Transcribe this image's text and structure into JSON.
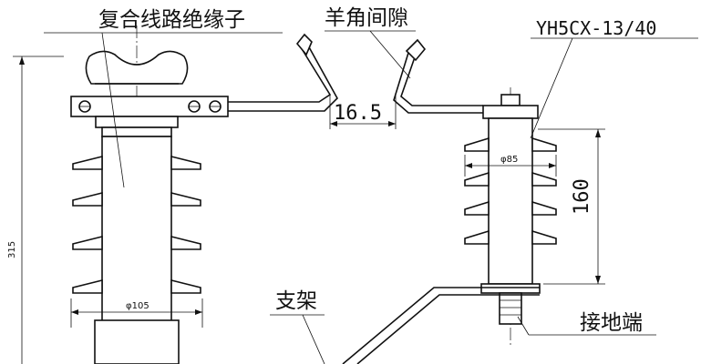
{
  "labels": {
    "insulator": "复合线路绝缘子",
    "arcing_horn": "羊角间隙",
    "model": "YH5CX-13/40",
    "bracket": "支架",
    "ground_terminal": "接地端"
  },
  "dimensions": {
    "gap": "16.5",
    "arrester_height": "160",
    "total_height": "315",
    "insulator_diameter": "φ105",
    "arrester_diameter": "φ85"
  }
}
